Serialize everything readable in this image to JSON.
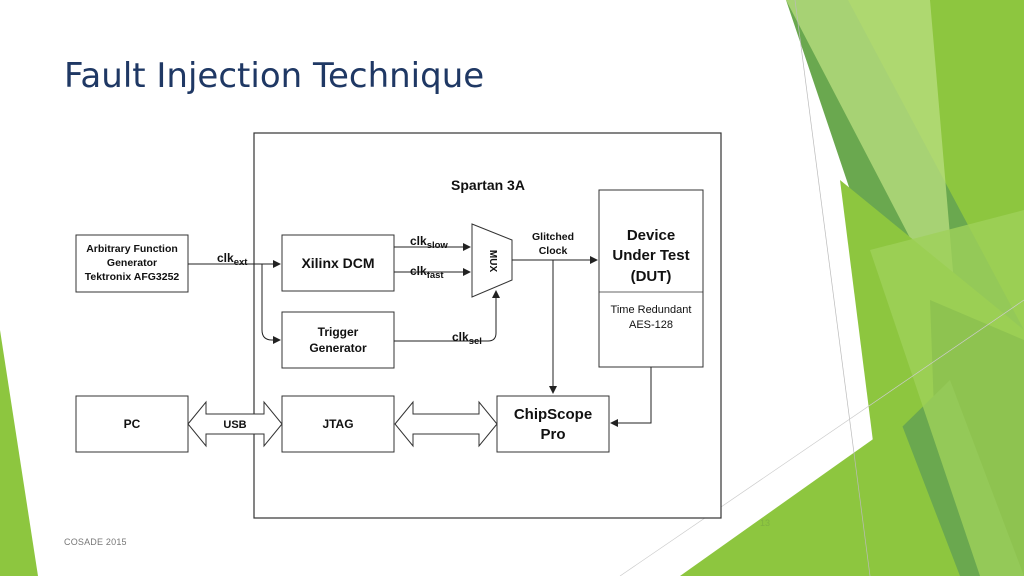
{
  "slide": {
    "title": "Fault Injection Technique",
    "footer": "COSADE 2015",
    "page_number": "13",
    "accent_colors": [
      "#8dc63f",
      "#6aa84f",
      "#4e8a2a",
      "#b7dc7d"
    ]
  },
  "diagram": {
    "fpga_label": "Spartan 3A",
    "afg": [
      "Arbitrary Function",
      "Generator",
      "Tektronix AFG3252"
    ],
    "clk_ext": {
      "base": "clk",
      "sub": "ext"
    },
    "dcm": "Xilinx DCM",
    "clk_slow": {
      "base": "clk",
      "sub": "slow"
    },
    "clk_fast": {
      "base": "clk",
      "sub": "fast"
    },
    "mux": "MUX",
    "glitched": [
      "Glitched",
      "Clock"
    ],
    "dut_title": [
      "Device",
      "Under Test",
      "(DUT)"
    ],
    "dut_sub": [
      "Time Redundant",
      "AES-128"
    ],
    "trigger": [
      "Trigger",
      "Generator"
    ],
    "clk_sel": {
      "base": "clk",
      "sub": "sel"
    },
    "pc": "PC",
    "usb": "USB",
    "jtag": "JTAG",
    "chipscope": [
      "ChipScope",
      "Pro"
    ]
  }
}
